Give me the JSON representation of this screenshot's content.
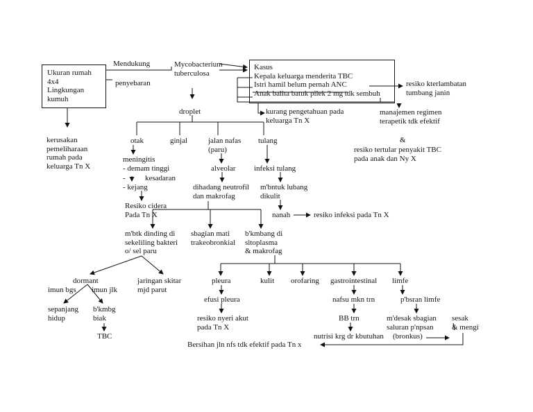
{
  "texts": {
    "ukuran": "Ukuran rumah\n4x4\nLingkungan\nkumuh",
    "mendukung": "Mendukung",
    "penyebaran": "penyebaran",
    "myco": "Mycobacterium\ntuberculosa",
    "kasus": "Kasus\nKepala keluarga menderita TBC\nIstri hamil belum pernah ANC\nAnak balita batuk pilek 2 mg tdk sembuh",
    "resiko_terlambat": "resiko kterlambatan\ntumbang janin",
    "kerusakan": "kerusakan\npemeliharaan\nrumah pada\nkeluarga Tn X",
    "droplet": "droplet",
    "kurang": "kurang pengetahuan pada\nkeluarga Tn X",
    "manajemen": "manajemen regimen\nterapetik tdk efektif",
    "amp1": "&",
    "resiko_tertular": "resiko tertular penyakit TBC\npada anak dan Ny X",
    "otak": "otak",
    "ginjal": "ginjal",
    "jalan": "jalan nafas\n(paru)",
    "tulang": "tulang",
    "meningitis": "meningitis\n- demam tinggi",
    "kesadaran": "kesadaran",
    "dash_k": "-",
    "kejang": "- kejang",
    "alveolar": "alveolar",
    "infeksi_tulang": "infeksi tulang",
    "dihadang": "dihadang neutrofil\ndan makrofag",
    "mbentuk": "m'bntuk lubang\ndikulit",
    "cidera": "Resiko cidera\nPada Tn X",
    "nanah": "nanah",
    "resiko_infeksi": "resiko infeksi pada Tn X",
    "mbtk": "m'btk dinding di\nsekeliling bakteri\no/ sel paru",
    "sbagian": "sbagian mati\ntrakeobronkial",
    "bkmbang": "b'kmbang di\nsitoplasma\n& makrofag",
    "dormant": "dormant",
    "imun_bgs": "imun bgs",
    "imun_jlk": "imun jlk",
    "jaringan": "jaringan skitar\nmjd parut",
    "pleura": "pleura",
    "kulit": "kulit",
    "orofaring": "orofaring",
    "gastro": "gastrointestinal",
    "limfe": "limfe",
    "sepanjang": "sepanjang\nhidup",
    "bkmbg": "b'kmbg\nbiak",
    "efusi": "efusi pleura",
    "nafsu": "nafsu mkn trn",
    "pbsran": "p'bsran limfe",
    "resiko_nyeri": "resiko nyeri akut\npada Tn X",
    "bb": "BB trn",
    "mdesak": "m'desak sbagian\nsaluran p'npsan",
    "sesak": "sesak\n& mengi",
    "tbc": "TBC",
    "nutrisi": "nutrisi krg dr kbutuhan",
    "bronkus": "(bronkus)",
    "bersihan": "Bersihan jln nfs tdk efektif pada Tn x"
  }
}
